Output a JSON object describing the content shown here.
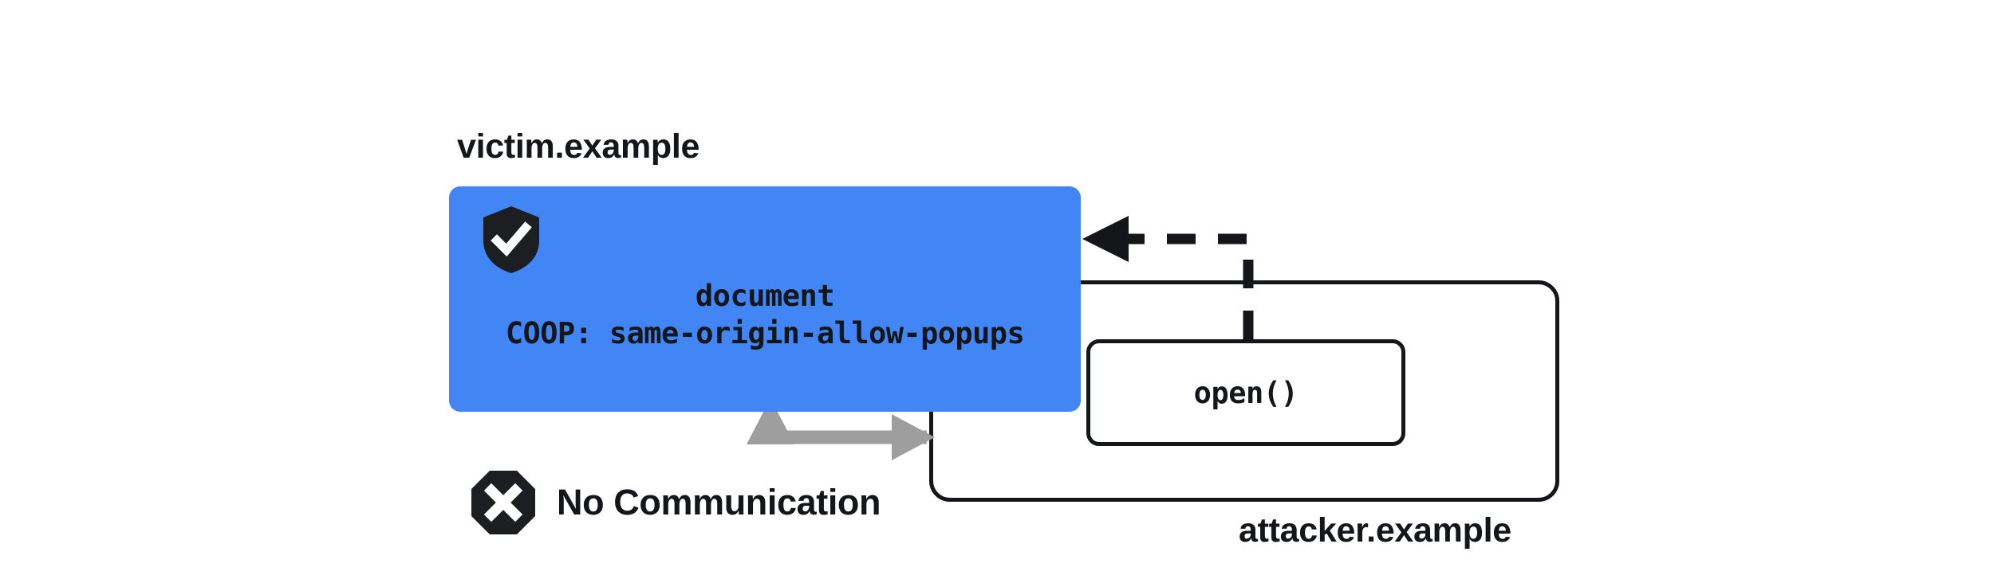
{
  "diagram": {
    "title_victim": "victim.example",
    "title_attacker": "attacker.example",
    "victim_box": {
      "shield_icon": "shield-check-icon",
      "document_label": "document",
      "coop_label": "COOP: same-origin-allow-popups",
      "background_color": "#4285f4"
    },
    "attacker_box": {
      "open_label": "open()",
      "border_color": "#141619"
    },
    "no_communication": {
      "icon": "octagon-x-icon",
      "label": "No Communication",
      "arrow_color": "#9e9e9e"
    },
    "connectors": {
      "open_to_victim": "dashed-arrow-left",
      "dashed_color": "#141619"
    }
  }
}
